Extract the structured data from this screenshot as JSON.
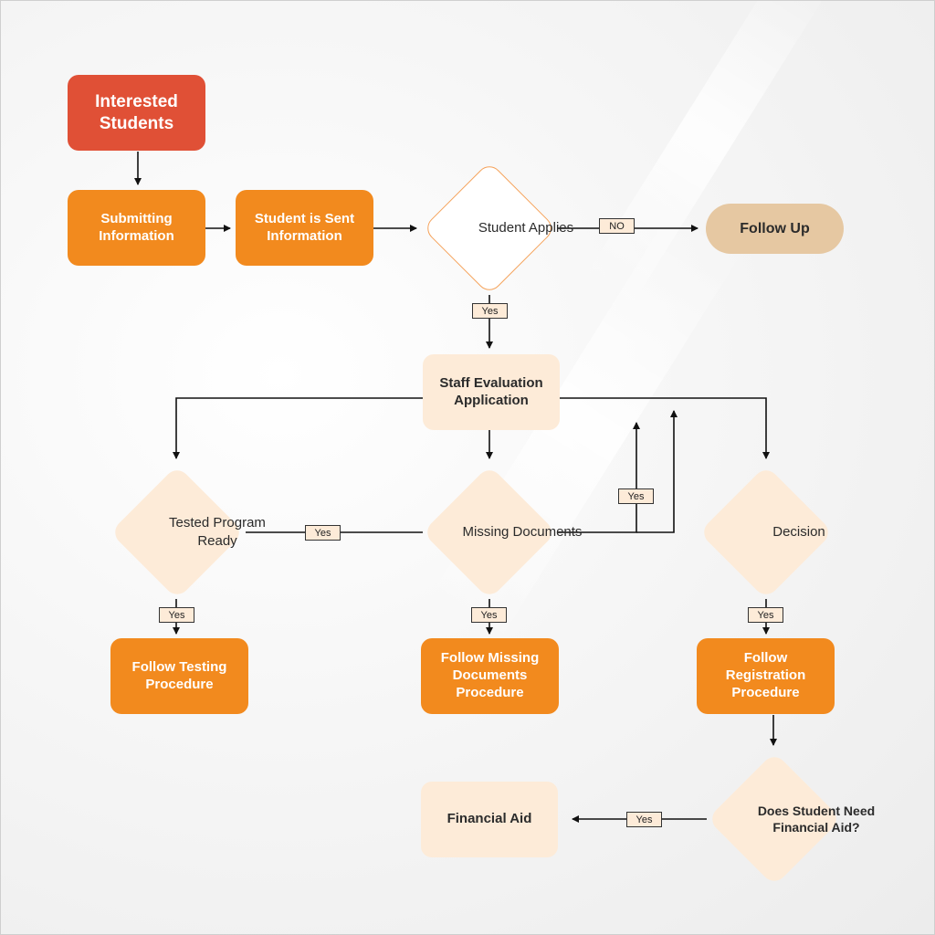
{
  "nodes": {
    "interested_students": "Interested Students",
    "submitting_information": "Submitting Information",
    "student_sent_information": "Student is Sent Information",
    "student_applies": "Student Applies",
    "follow_up": "Follow Up",
    "staff_evaluation": "Staff Evaluation Application",
    "tested_program_ready": "Tested Program Ready",
    "missing_documents": "Missing Documents",
    "decision": "Decision",
    "follow_testing": "Follow Testing Procedure",
    "follow_missing": "Follow Missing Documents Procedure",
    "follow_registration": "Follow Registration Procedure",
    "financial_aid_question": "Does Student Need Financial Aid?",
    "financial_aid": "Financial Aid"
  },
  "edge_labels": {
    "no": "NO",
    "applies_yes": "Yes",
    "tested_missing_yes": "Yes",
    "missing_loop_yes": "Yes",
    "tested_yes": "Yes",
    "missing_yes": "Yes",
    "decision_yes": "Yes",
    "aid_yes": "Yes"
  },
  "colors": {
    "start": "#e05036",
    "process": "#f28a1e",
    "soft": "#fdebd8",
    "terminal": "#e6c8a2",
    "line": "#111111"
  }
}
